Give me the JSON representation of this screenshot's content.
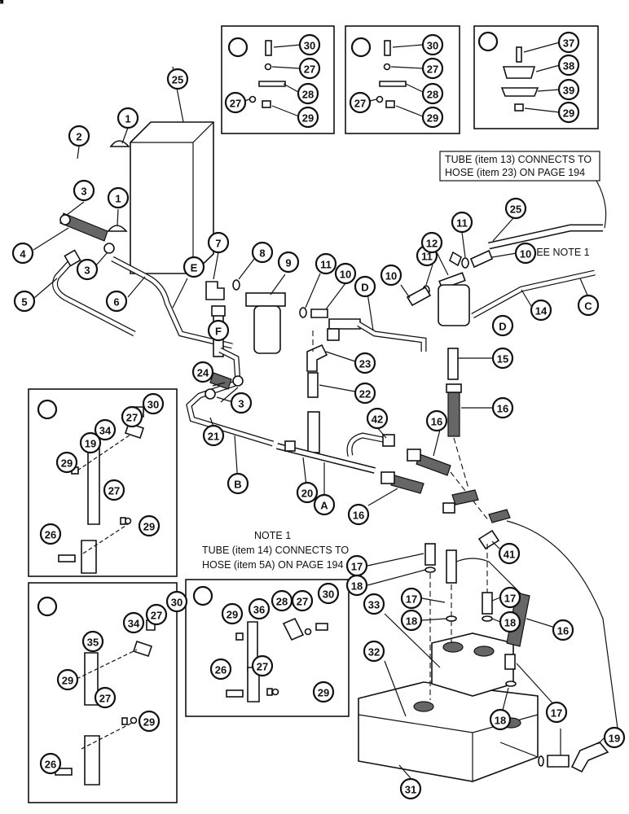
{
  "detail_letters": [
    "A",
    "B",
    "C",
    "D",
    "E",
    "F"
  ],
  "annotations": {
    "tube13": [
      "TUBE (item 13) CONNECTS TO",
      "HOSE (item 23) ON PAGE 194"
    ],
    "see_note": "SEE NOTE 1",
    "note1_title": "NOTE 1",
    "note1_lines": [
      "TUBE (item 14) CONNECTS TO",
      "HOSE (item 5A) ON PAGE 194"
    ]
  },
  "callouts": [
    {
      "label": "30"
    },
    {
      "label": "27"
    },
    {
      "label": "28"
    },
    {
      "label": "27"
    },
    {
      "label": "29"
    },
    {
      "label": "30"
    },
    {
      "label": "27"
    },
    {
      "label": "28"
    },
    {
      "label": "27"
    },
    {
      "label": "29"
    },
    {
      "label": "37"
    },
    {
      "label": "38"
    },
    {
      "label": "39"
    },
    {
      "label": "29"
    },
    {
      "label": "25"
    },
    {
      "label": "1"
    },
    {
      "label": "2"
    },
    {
      "label": "3"
    },
    {
      "label": "1"
    },
    {
      "label": "4"
    },
    {
      "label": "3"
    },
    {
      "label": "5"
    },
    {
      "label": "6"
    },
    {
      "label": "E"
    },
    {
      "label": "7"
    },
    {
      "label": "8"
    },
    {
      "label": "9"
    },
    {
      "label": "F"
    },
    {
      "label": "11"
    },
    {
      "label": "10"
    },
    {
      "label": "D"
    },
    {
      "label": "10"
    },
    {
      "label": "11"
    },
    {
      "label": "12"
    },
    {
      "label": "11"
    },
    {
      "label": "25"
    },
    {
      "label": "10"
    },
    {
      "label": "14"
    },
    {
      "label": "C"
    },
    {
      "label": "D"
    },
    {
      "label": "15"
    },
    {
      "label": "23"
    },
    {
      "label": "22"
    },
    {
      "label": "24"
    },
    {
      "label": "3"
    },
    {
      "label": "16"
    },
    {
      "label": "16"
    },
    {
      "label": "42"
    },
    {
      "label": "21"
    },
    {
      "label": "B"
    },
    {
      "label": "20"
    },
    {
      "label": "A"
    },
    {
      "label": "16"
    },
    {
      "label": "41"
    },
    {
      "label": "30"
    },
    {
      "label": "27"
    },
    {
      "label": "34"
    },
    {
      "label": "19"
    },
    {
      "label": "29"
    },
    {
      "label": "27"
    },
    {
      "label": "29"
    },
    {
      "label": "26"
    },
    {
      "label": "17"
    },
    {
      "label": "18"
    },
    {
      "label": "17"
    },
    {
      "label": "17"
    },
    {
      "label": "18"
    },
    {
      "label": "18"
    },
    {
      "label": "16"
    },
    {
      "label": "33"
    },
    {
      "label": "32"
    },
    {
      "label": "17"
    },
    {
      "label": "18"
    },
    {
      "label": "19"
    },
    {
      "label": "31"
    },
    {
      "label": "29"
    },
    {
      "label": "36"
    },
    {
      "label": "28"
    },
    {
      "label": "27"
    },
    {
      "label": "30"
    },
    {
      "label": "26"
    },
    {
      "label": "27"
    },
    {
      "label": "29"
    },
    {
      "label": "27"
    },
    {
      "label": "30"
    },
    {
      "label": "34"
    },
    {
      "label": "35"
    },
    {
      "label": "29"
    },
    {
      "label": "27"
    },
    {
      "label": "29"
    },
    {
      "label": "26"
    }
  ]
}
